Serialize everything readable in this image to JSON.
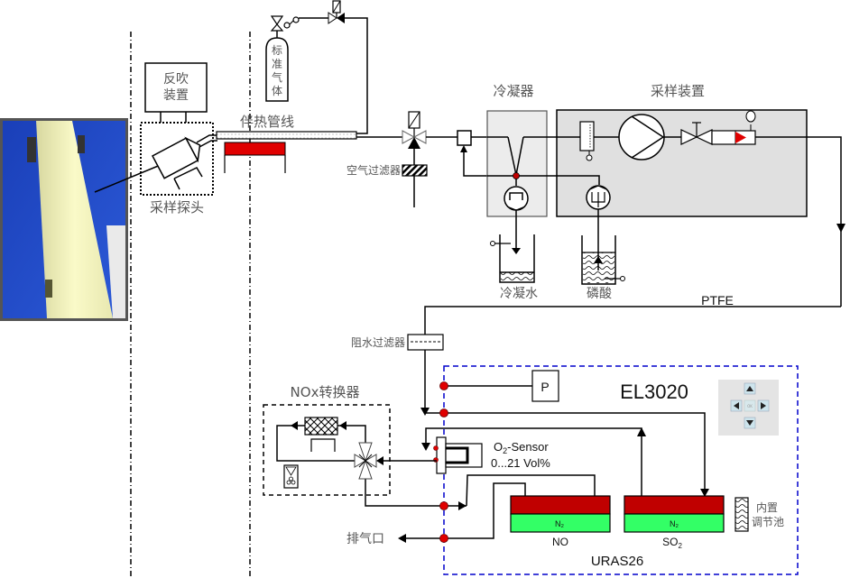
{
  "labels": {
    "backflush": [
      "反吹",
      "装置"
    ],
    "probe": "采样探头",
    "heated_line": "伴热管线",
    "std_gas": [
      "标",
      "准",
      "气",
      "体"
    ],
    "air_filter": "空气过滤器",
    "condenser": "冷凝器",
    "sampling_unit": "采样装置",
    "condensate": "冷凝水",
    "phosphoric_acid": "磷酸",
    "ptfe": "PTFE",
    "water_filter": "阻水过滤器",
    "nox_converter": "NOx转换器",
    "el3020": "EL3020",
    "pressure": "P",
    "o2_sensor_line1": "O",
    "o2_sensor_sub": "2",
    "o2_sensor_line1_rest": "-Sensor",
    "o2_sensor_line2": "0...21 Vol%",
    "n2_left": "N₂",
    "n2_right": "N₂",
    "no": "NO",
    "so2": "SO",
    "so2_sub": "2",
    "uras26": "URAS26",
    "builtin_cell": [
      "内置",
      "调节池"
    ],
    "exhaust": "排气口",
    "ok": "OK"
  },
  "colors": {
    "red": "#e00000",
    "dark_red": "#c00000",
    "green": "#33ff66",
    "blue_dash": "#0000cc",
    "gray_box": "#e0e0e0",
    "light_box": "#ececec"
  }
}
